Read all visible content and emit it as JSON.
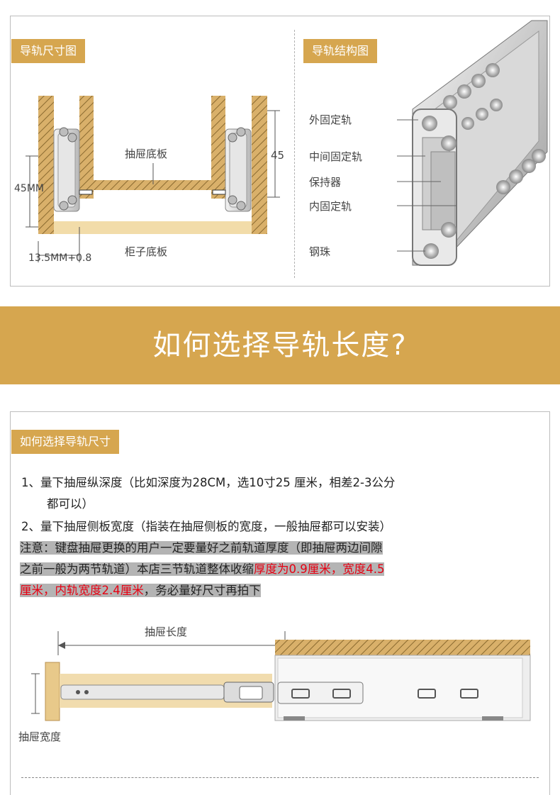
{
  "section1": {
    "dimension_tag": "导轨尺寸图",
    "structure_tag": "导轨结构图",
    "labels": {
      "drawer_bottom": "抽屉底板",
      "cabinet_bottom": "柜子底板",
      "height_left": "45MM",
      "height_right": "45",
      "gap": "13.5MM+0.8"
    },
    "structure_labels": [
      "外固定轨",
      "中间固定轨",
      "保持器",
      "内固定轨",
      "钢珠"
    ]
  },
  "banner": {
    "title": "如何选择导轨长度?"
  },
  "section2": {
    "tag": "如何选择导轨尺寸",
    "item1_line1": "1、量下抽屉纵深度（比如深度为28CM，选10寸25 厘米，相差2-3公分",
    "item1_line2": "都可以）",
    "item2": "2、量下抽屉侧板宽度（指装在抽屉侧板的宽度，一般抽屉都可以安装）",
    "note_line1": "注意：键盘抽屉更换的用户一定要量好之前轨道厚度（即抽屉两边间隙",
    "note_line2_gray": "之前一般为两节轨道）本店三节轨道整体收缩",
    "note_line2_red": "厚度为0.9厘米，宽度4.5",
    "note_line3_red": "厘米，内轨宽度2.4厘米",
    "note_line3_gray": "，务必量好尺寸再拍下",
    "drawer_length_label": "抽屉长度",
    "drawer_width_label": "抽屉宽度"
  },
  "colors": {
    "accent": "#d6a64f",
    "highlight_red": "#e60012",
    "note_bg": "#b4b4b4",
    "wood": "#d9b06a"
  }
}
